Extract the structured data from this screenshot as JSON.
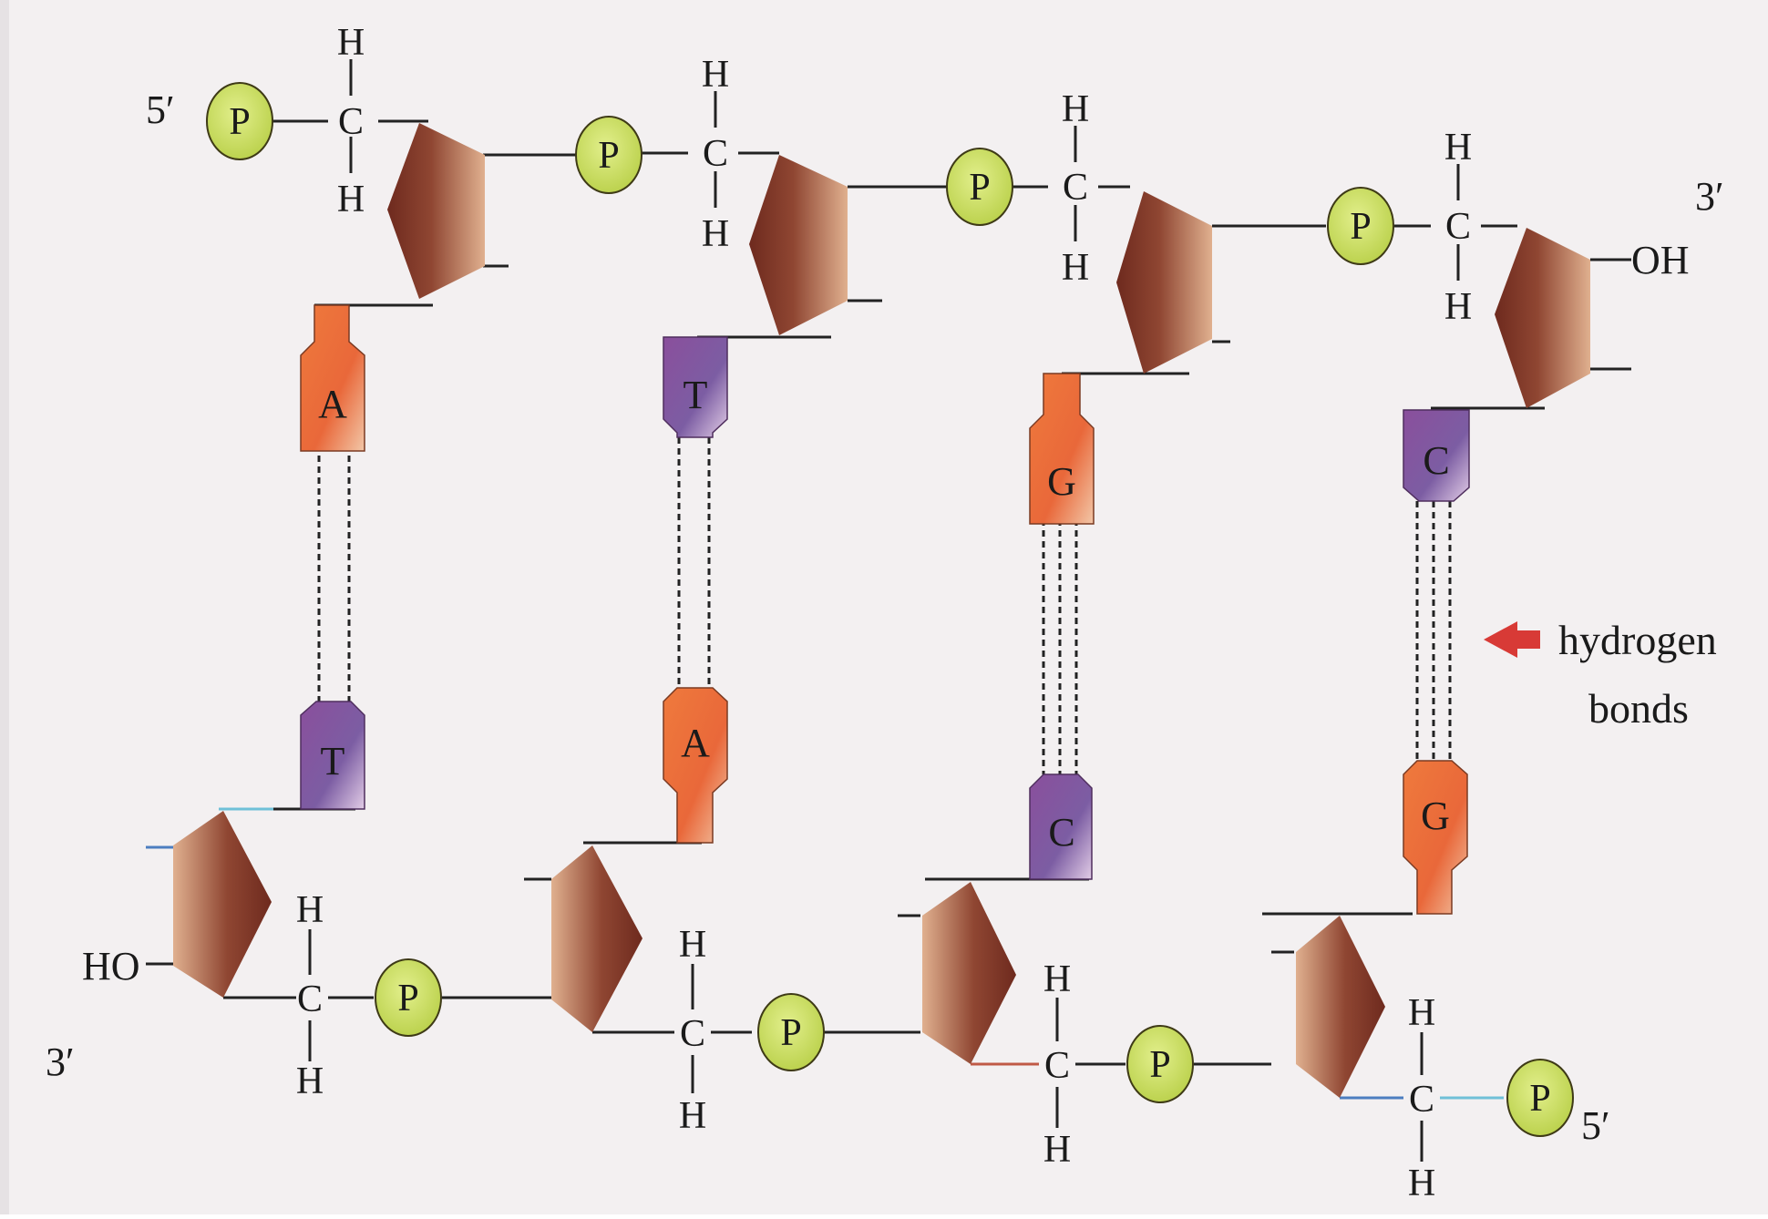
{
  "strand_top": {
    "end_left": "5′",
    "end_right": "3′",
    "terminal_group": "OH"
  },
  "strand_bottom": {
    "end_left": "3′",
    "end_right": "5′",
    "terminal_group": "HO"
  },
  "atoms": {
    "phosphate": "P",
    "carbon": "C",
    "hydrogen": "H"
  },
  "base_pairs": [
    {
      "top": "A",
      "bottom": "T",
      "hydrogen_bonds": 2
    },
    {
      "top": "T",
      "bottom": "A",
      "hydrogen_bonds": 2
    },
    {
      "top": "G",
      "bottom": "C",
      "hydrogen_bonds": 3
    },
    {
      "top": "C",
      "bottom": "G",
      "hydrogen_bonds": 3
    }
  ],
  "annotation": {
    "line1": "hydrogen",
    "line2": "bonds"
  },
  "colors": {
    "phosphate_fill": "#cfe16a",
    "sugar_dark": "#7d3526",
    "sugar_light": "#d9a27f",
    "purine_fill": "#e56a34",
    "pyrimidine_fill": "#8c5aa0",
    "arrow": "#d83a36",
    "background": "#f3f0f1"
  }
}
